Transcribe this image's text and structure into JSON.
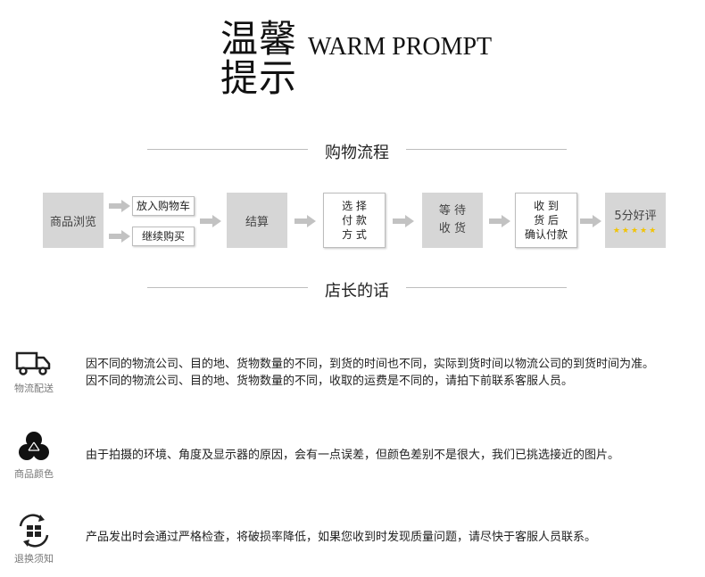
{
  "title": {
    "line1": "温馨",
    "line2": "提示",
    "english": "WARM PROMPT"
  },
  "flow": {
    "heading": "购物流程",
    "step_browse": "商品浏览",
    "step_add_cart": "放入购物车",
    "step_continue": "继续购买",
    "step_checkout": "结算",
    "step_payment": [
      "选 择",
      "付 款",
      "方 式"
    ],
    "step_wait": [
      "等 待",
      "收 货"
    ],
    "step_confirm": [
      "收 到",
      "货 后",
      "确认付款"
    ],
    "step_review": "5分好评",
    "review_stars": "★★★★★"
  },
  "notes": {
    "heading": "店长的话",
    "items": [
      {
        "label": "物流配送",
        "icon": "truck-icon",
        "lines": [
          "因不同的物流公司、目的地、货物数量的不同，到货的时间也不同，实际到货时间以物流公司的到货时间为准。",
          "因不同的物流公司、目的地、货物数量的不同，收取的运费是不同的，请拍下前联系客服人员。"
        ]
      },
      {
        "label": "商品颜色",
        "icon": "color-circles-icon",
        "lines": [
          "由于拍摄的环境、角度及显示器的原因，会有一点误差，但颜色差别不是很大，我们已挑选接近的图片。"
        ]
      },
      {
        "label": "退换须知",
        "icon": "exchange-icon",
        "lines": [
          "产品发出时会通过严格检查，将破损率降低，如果您收到时发现质量问题，请尽快于客服人员联系。"
        ]
      }
    ]
  },
  "colors": {
    "gray_box": "#d6d6d6",
    "arrow": "#c2c2c2",
    "star": "#f2c300",
    "line": "#bdbdbd"
  }
}
